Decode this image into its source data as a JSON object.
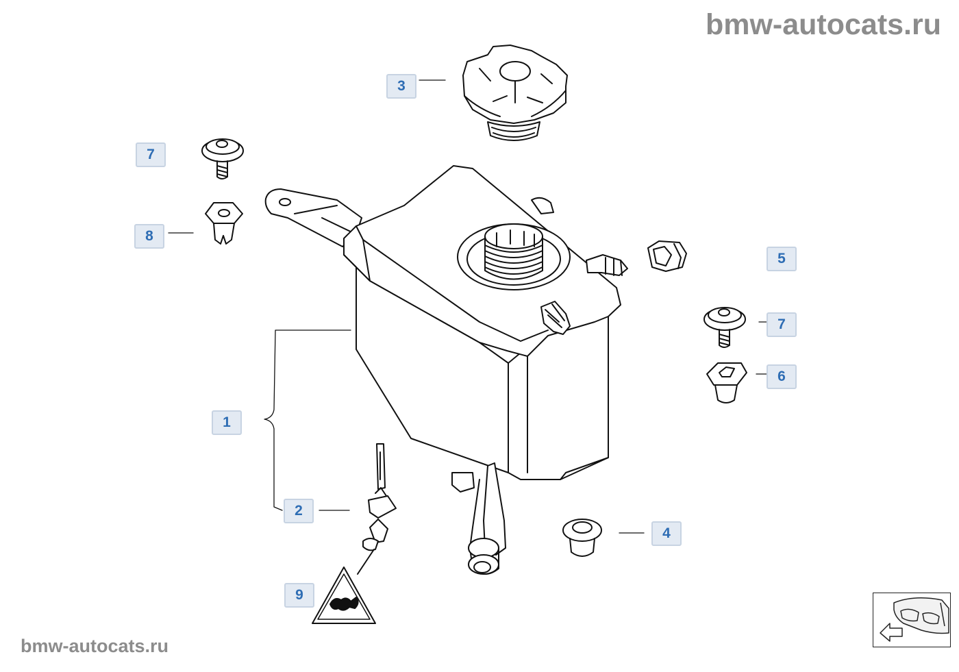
{
  "watermark": {
    "top": "bmw-autocats.ru",
    "bottom": "bmw-autocats.ru"
  },
  "callouts": [
    {
      "id": "3",
      "label": "3"
    },
    {
      "id": "7a",
      "label": "7"
    },
    {
      "id": "8",
      "label": "8"
    },
    {
      "id": "5",
      "label": "5"
    },
    {
      "id": "7b",
      "label": "7"
    },
    {
      "id": "6",
      "label": "6"
    },
    {
      "id": "1",
      "label": "1"
    },
    {
      "id": "2",
      "label": "2"
    },
    {
      "id": "4",
      "label": "4"
    },
    {
      "id": "9",
      "label": "9"
    }
  ],
  "icons": {
    "navigation": "car-front-arrow-icon",
    "warning": "hot-coolant-warning-icon"
  }
}
